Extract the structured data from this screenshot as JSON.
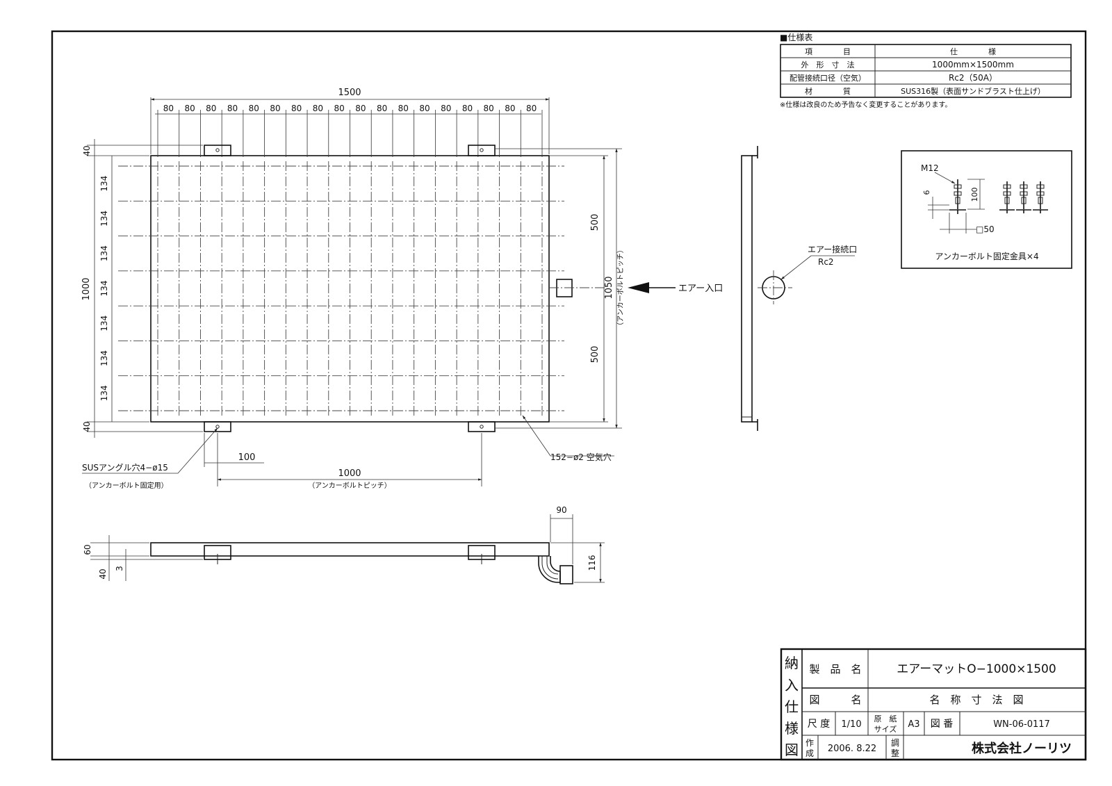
{
  "spec_table": {
    "heading": "■仕様表",
    "header": [
      "項　　　　目",
      "仕　　　　様"
    ],
    "rows": [
      [
        "外　形　寸　法",
        "1000mm×1500mm"
      ],
      [
        "配管接続口径（空気）",
        "Rc2（50A）"
      ],
      [
        "材　　　　質",
        "SUS316製（表面サンドブラスト仕上げ）"
      ]
    ],
    "note": "※仕様は改良のため予告なく変更することがあります。"
  },
  "plan_view": {
    "width_total": "1500",
    "width_pitch": "80",
    "pitch_count": 18,
    "height_total": "1000",
    "height_pitch": "134",
    "row_count": 7,
    "edge_offset": "40",
    "half_span": "500",
    "anchor_pitch_height": "1050",
    "anchor_pitch_height_note": "（アンカーボルトピッチ）",
    "air_inlet_label": "エアー入口",
    "holes_label": "SUSアングル穴4−ø15",
    "holes_note": "（アンカーボルト固定用）",
    "offset_100": "100",
    "anchor_pitch_width": "1000",
    "anchor_pitch_width_note": "（アンカーボルトピッチ）",
    "air_holes_label": "152−ø2 空気穴"
  },
  "side_view": {
    "connection_label": "エアー接続口",
    "connection_size": "Rc2"
  },
  "front_view": {
    "h60": "60",
    "h40": "40",
    "h3": "3",
    "w90": "90",
    "h116": "116"
  },
  "anchor_detail": {
    "bolt": "M12",
    "dim6": "6",
    "dim100": "100",
    "base": "□50",
    "caption": "アンカーボルト固定金具×4"
  },
  "title_block": {
    "side_label": [
      "納",
      "入",
      "仕",
      "様",
      "図"
    ],
    "product_name_label": "製　品　名",
    "product_name": "エアーマットO−1000×1500",
    "drawing_name_label": "図　　　名",
    "drawing_name": "名　称　寸　法　図",
    "scale_label": "尺 度",
    "scale": "1/10",
    "paper_label": [
      "原　紙",
      "サイズ"
    ],
    "paper": "A3",
    "drawing_no_label": "図 番",
    "drawing_no": "WN-06-0117",
    "created_label": [
      "作",
      "成"
    ],
    "created": "2006. 8.22",
    "adjust_label": [
      "調",
      "整"
    ],
    "company": "株式会社ノーリツ"
  }
}
